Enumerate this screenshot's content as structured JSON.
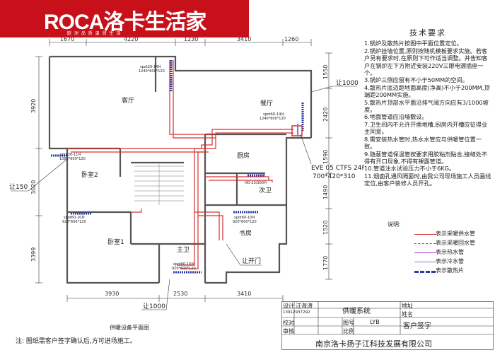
{
  "brand": {
    "name": "ROCA洛卡生活家",
    "subtitle": "欧 洲 品 质   温 润 生 活"
  },
  "dimensions": {
    "top": [
      "1670",
      "4220",
      "1230",
      "3410",
      "1260"
    ],
    "left": [
      "3920",
      "3020",
      "3399"
    ],
    "right": [
      "1550",
      "2420",
      "1590",
      "1490",
      "1520",
      "1770"
    ],
    "bottom": [
      "3930",
      "2530",
      "3410"
    ]
  },
  "rooms": {
    "living": "客厅",
    "dining": "餐厅",
    "kitchen": "厨房",
    "bedroom2": "卧室2",
    "bedroom1": "卧室1",
    "second_bath": "次卫",
    "study": "书房",
    "master_bath": "主卫"
  },
  "radiators": {
    "living": [
      "spot20-14片",
      "1240*600*120"
    ],
    "dining": [
      "spot60-14片",
      "1240*600*120"
    ],
    "bedroom2": [
      "spot20-11片",
      "1080*600*120"
    ],
    "second_bath": "HD-23/300片",
    "bedroom1": [
      "spot60-10片",
      "920*600*120"
    ],
    "study": [
      "spot60-10片",
      "920*600*120"
    ],
    "master_bath": [
      "spot60-10片",
      "920*600*120"
    ]
  },
  "annotations": {
    "rang1000_top": "让1000",
    "rang150": "让150",
    "rang_door": "让开门",
    "rang1000_bottom": "让1000",
    "boiler_model": "EVE 05 CTFS 24F",
    "boiler_size": "700*420*310"
  },
  "tech": {
    "title": "技术要求",
    "items": [
      "1.锅炉及散热片按图中平面位置定位。",
      "2.锅炉挂墙位置,原则按随机模板要求实施。若客户另有要求时,在原则下可作适当调整。并告知客户在锅炉左下方附近安装220V三眼电源插座一个。",
      "3.锅炉三侧应留有不小于50MM的空间。",
      "4.散热片底边距地面高度(净高)不小于200MM,顶端距200MM实施。",
      "5.散热片顶部水平面沿排气阀方向应有3/1000坡度。",
      "6.地面管道应沿墙敷设。",
      "7.卫生间内不允许开凿地槽,厨房内开槽应征得业主同意。",
      "8.需安装热水管时,热水水管应与供暖管位置一致。",
      "9.隐蔽管道保温管按要求用胶粘剂贴合,接缝处不得有开口现象,不得有裸露管道。",
      "10.管道注水试验压力不小于6KG。",
      "11.烟囱孔通风隔面时,由我公司现场施工人员画线定位,由客户装修人员开孔。"
    ]
  },
  "legend": {
    "title": "说明:",
    "items": [
      "表示采暖供水管",
      "表示采暖回水管",
      "表示热水管",
      "表示冷水管",
      "表示散热片"
    ],
    "colors": [
      "#d93030",
      "#d93030",
      "#b040d0",
      "#7080e0",
      "#2a3aa8"
    ]
  },
  "title_block": {
    "design": "设计",
    "designer": "汪海涛",
    "phone": "13912937292",
    "system": "供暖系统",
    "address": "地址",
    "name": "姓名",
    "check": "校对",
    "drawing_no": "图号",
    "drawing_val": "LYB",
    "sign": "客户签字",
    "audit": "审核",
    "scale": "比例",
    "company": "南京洛卡扬子江科技发展有限公司"
  },
  "plan_title": "供暖设备平面图",
  "note": "注: 图纸需客户签字确认后,方可进场施工。"
}
